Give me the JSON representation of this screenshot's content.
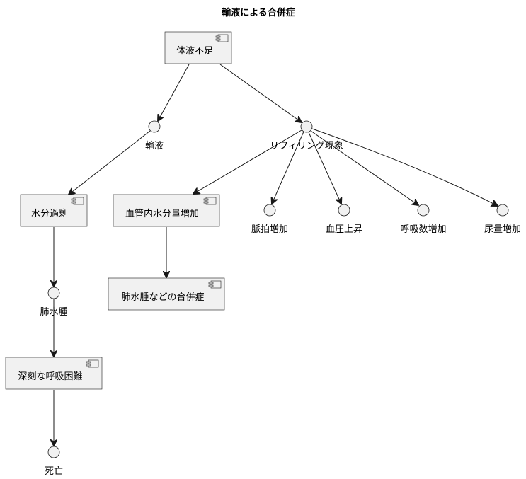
{
  "title": "輸液による合併症",
  "components": [
    {
      "id": "c_taieki",
      "label": "体液不足"
    },
    {
      "id": "c_suibun",
      "label": "水分過剰"
    },
    {
      "id": "c_kekkan",
      "label": "血管内水分量増加"
    },
    {
      "id": "c_haisui",
      "label": "肺水腫などの合併症"
    },
    {
      "id": "c_kokyu",
      "label": "深刻な呼吸困難"
    }
  ],
  "interfaces": [
    {
      "id": "i_yueki",
      "label": "輸液"
    },
    {
      "id": "i_refill",
      "label": "リフィリング現象"
    },
    {
      "id": "i_myaku",
      "label": "脈拍増加"
    },
    {
      "id": "i_ketsuatsu",
      "label": "血圧上昇"
    },
    {
      "id": "i_kokyusu",
      "label": "呼吸数増加"
    },
    {
      "id": "i_nyoryo",
      "label": "尿量増加"
    },
    {
      "id": "i_haisuishu",
      "label": "肺水腫"
    },
    {
      "id": "i_shibou",
      "label": "死亡"
    }
  ],
  "edges": [
    {
      "from": "c_taieki",
      "to": "i_yueki"
    },
    {
      "from": "c_taieki",
      "to": "i_refill"
    },
    {
      "from": "i_yueki",
      "to": "c_suibun"
    },
    {
      "from": "i_refill",
      "to": "c_kekkan"
    },
    {
      "from": "i_refill",
      "to": "i_myaku"
    },
    {
      "from": "i_refill",
      "to": "i_ketsuatsu"
    },
    {
      "from": "i_refill",
      "to": "i_kokyusu"
    },
    {
      "from": "i_refill",
      "to": "i_nyoryo"
    },
    {
      "from": "c_suibun",
      "to": "i_haisuishu"
    },
    {
      "from": "c_kekkan",
      "to": "c_haisui"
    },
    {
      "from": "i_haisuishu",
      "to": "c_kokyu"
    },
    {
      "from": "c_kokyu",
      "to": "i_shibou"
    }
  ]
}
